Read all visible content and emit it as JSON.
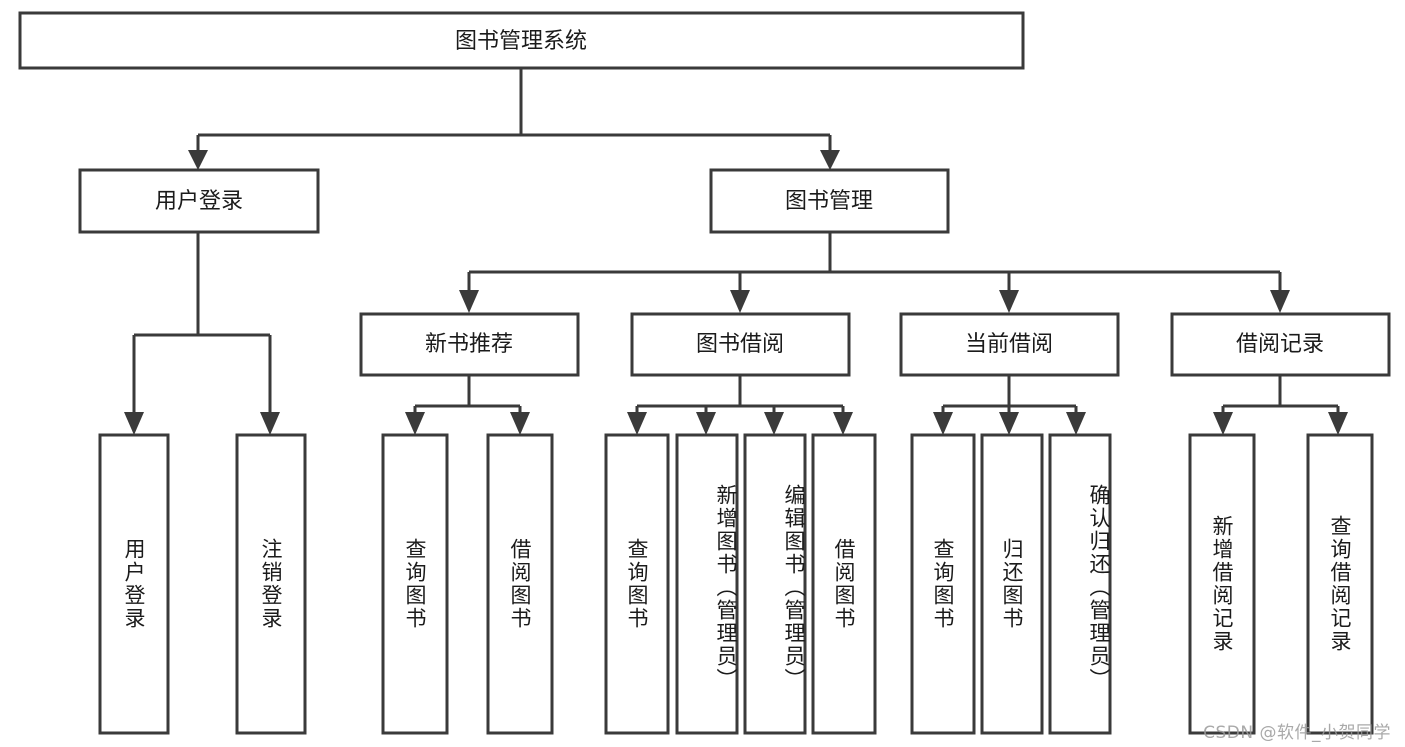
{
  "diagram": {
    "title": "图书管理系统",
    "type": "tree-hierarchy",
    "orientation": "top-down",
    "watermark": "CSDN @软件_小贺同学",
    "colors": {
      "box_fill": "#ffffff",
      "box_stroke": "#3a3a3a",
      "connector": "#3a3a3a",
      "text": "#1b1b1b",
      "watermark": "#9b9b9b",
      "background": "#ffffff"
    },
    "root": {
      "label": "图书管理系统"
    },
    "level2": [
      {
        "label": "用户登录"
      },
      {
        "label": "图书管理"
      }
    ],
    "level3": [
      {
        "label": "新书推荐"
      },
      {
        "label": "图书借阅"
      },
      {
        "label": "当前借阅"
      },
      {
        "label": "借阅记录"
      }
    ],
    "leaves": {
      "user_login": [
        {
          "label": "用户登录"
        },
        {
          "label": "注销登录"
        }
      ],
      "new_book_recommend": [
        {
          "label": "查询图书"
        },
        {
          "label": "借阅图书"
        }
      ],
      "book_borrow": [
        {
          "label": "查询图书"
        },
        {
          "label": "新增图书（管理员）"
        },
        {
          "label": "编辑图书（管理员）"
        },
        {
          "label": "借阅图书"
        }
      ],
      "current_borrow": [
        {
          "label": "查询图书"
        },
        {
          "label": "归还图书"
        },
        {
          "label": "确认归还（管理员）"
        }
      ],
      "borrow_record": [
        {
          "label": "新增借阅记录"
        },
        {
          "label": "查询借阅记录"
        }
      ]
    }
  }
}
